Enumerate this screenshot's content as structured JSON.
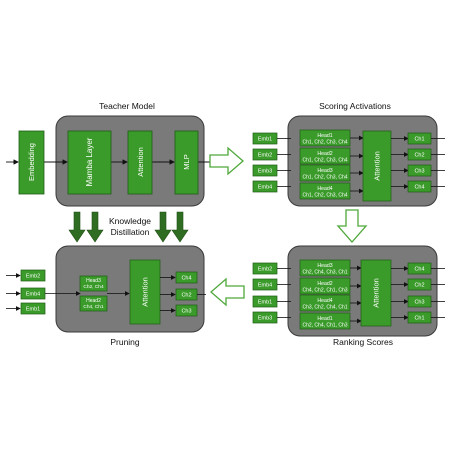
{
  "colors": {
    "panel": "#7a7a7a",
    "panel_stroke": "#3a3a3a",
    "block": "#3a9a2a",
    "block_stroke": "#1f5e15",
    "arrow_dark": "#2f6e22",
    "arrow_outline": "#4fa83a"
  },
  "labels": {
    "teacher_model": "Teacher Model",
    "scoring_activations": "Scoring Activations",
    "knowledge_distillation_1": "Knowledge",
    "knowledge_distillation_2": "Distillation",
    "pruning": "Pruning",
    "ranking_scores": "Ranking Scores"
  },
  "teacher": {
    "embedding": "Embedding",
    "mamba": "Mamba Layer",
    "attention": "Attention",
    "mlp": "MLP"
  },
  "scoring": {
    "embs": [
      "Emb1",
      "Emb2",
      "Emb3",
      "Emb4"
    ],
    "heads": [
      {
        "name": "Head1",
        "chs": "Ch1, Ch2, Ch3, Ch4"
      },
      {
        "name": "Head2",
        "chs": "Ch1, Ch2, Ch3, Ch4"
      },
      {
        "name": "Head3",
        "chs": "Ch1, Ch2, Ch3, Ch4"
      },
      {
        "name": "Head4",
        "chs": "Ch1, Ch2, Ch3, Ch4"
      }
    ],
    "attention": "Attention",
    "outs": [
      "Ch1",
      "Ch2",
      "Ch3",
      "Ch4"
    ]
  },
  "ranking": {
    "embs": [
      "Emb2",
      "Emb4",
      "Emb1",
      "Emb3"
    ],
    "heads": [
      {
        "name": "Head3",
        "chs": "Ch2, Ch4, Ch3, Ch1"
      },
      {
        "name": "Head2",
        "chs": "Ch4, Ch2, Ch1, Ch3"
      },
      {
        "name": "Head4",
        "chs": "Ch3, Ch2, Ch4, Ch1"
      },
      {
        "name": "Head1",
        "chs": "Ch2, Ch4, Ch1, Ch3"
      }
    ],
    "attention": "Attention",
    "outs": [
      "Ch4",
      "Ch2",
      "Ch3",
      "Ch1"
    ]
  },
  "pruning": {
    "embs": [
      "Emb2",
      "Emb4",
      "Emb1"
    ],
    "heads": [
      {
        "name": "Head3",
        "chs": "Ch2, Ch4"
      },
      {
        "name": "Head2",
        "chs": "Ch4, Ch1"
      }
    ],
    "attention": "Attention",
    "outs": [
      "Ch4",
      "Ch2",
      "Ch3"
    ]
  }
}
